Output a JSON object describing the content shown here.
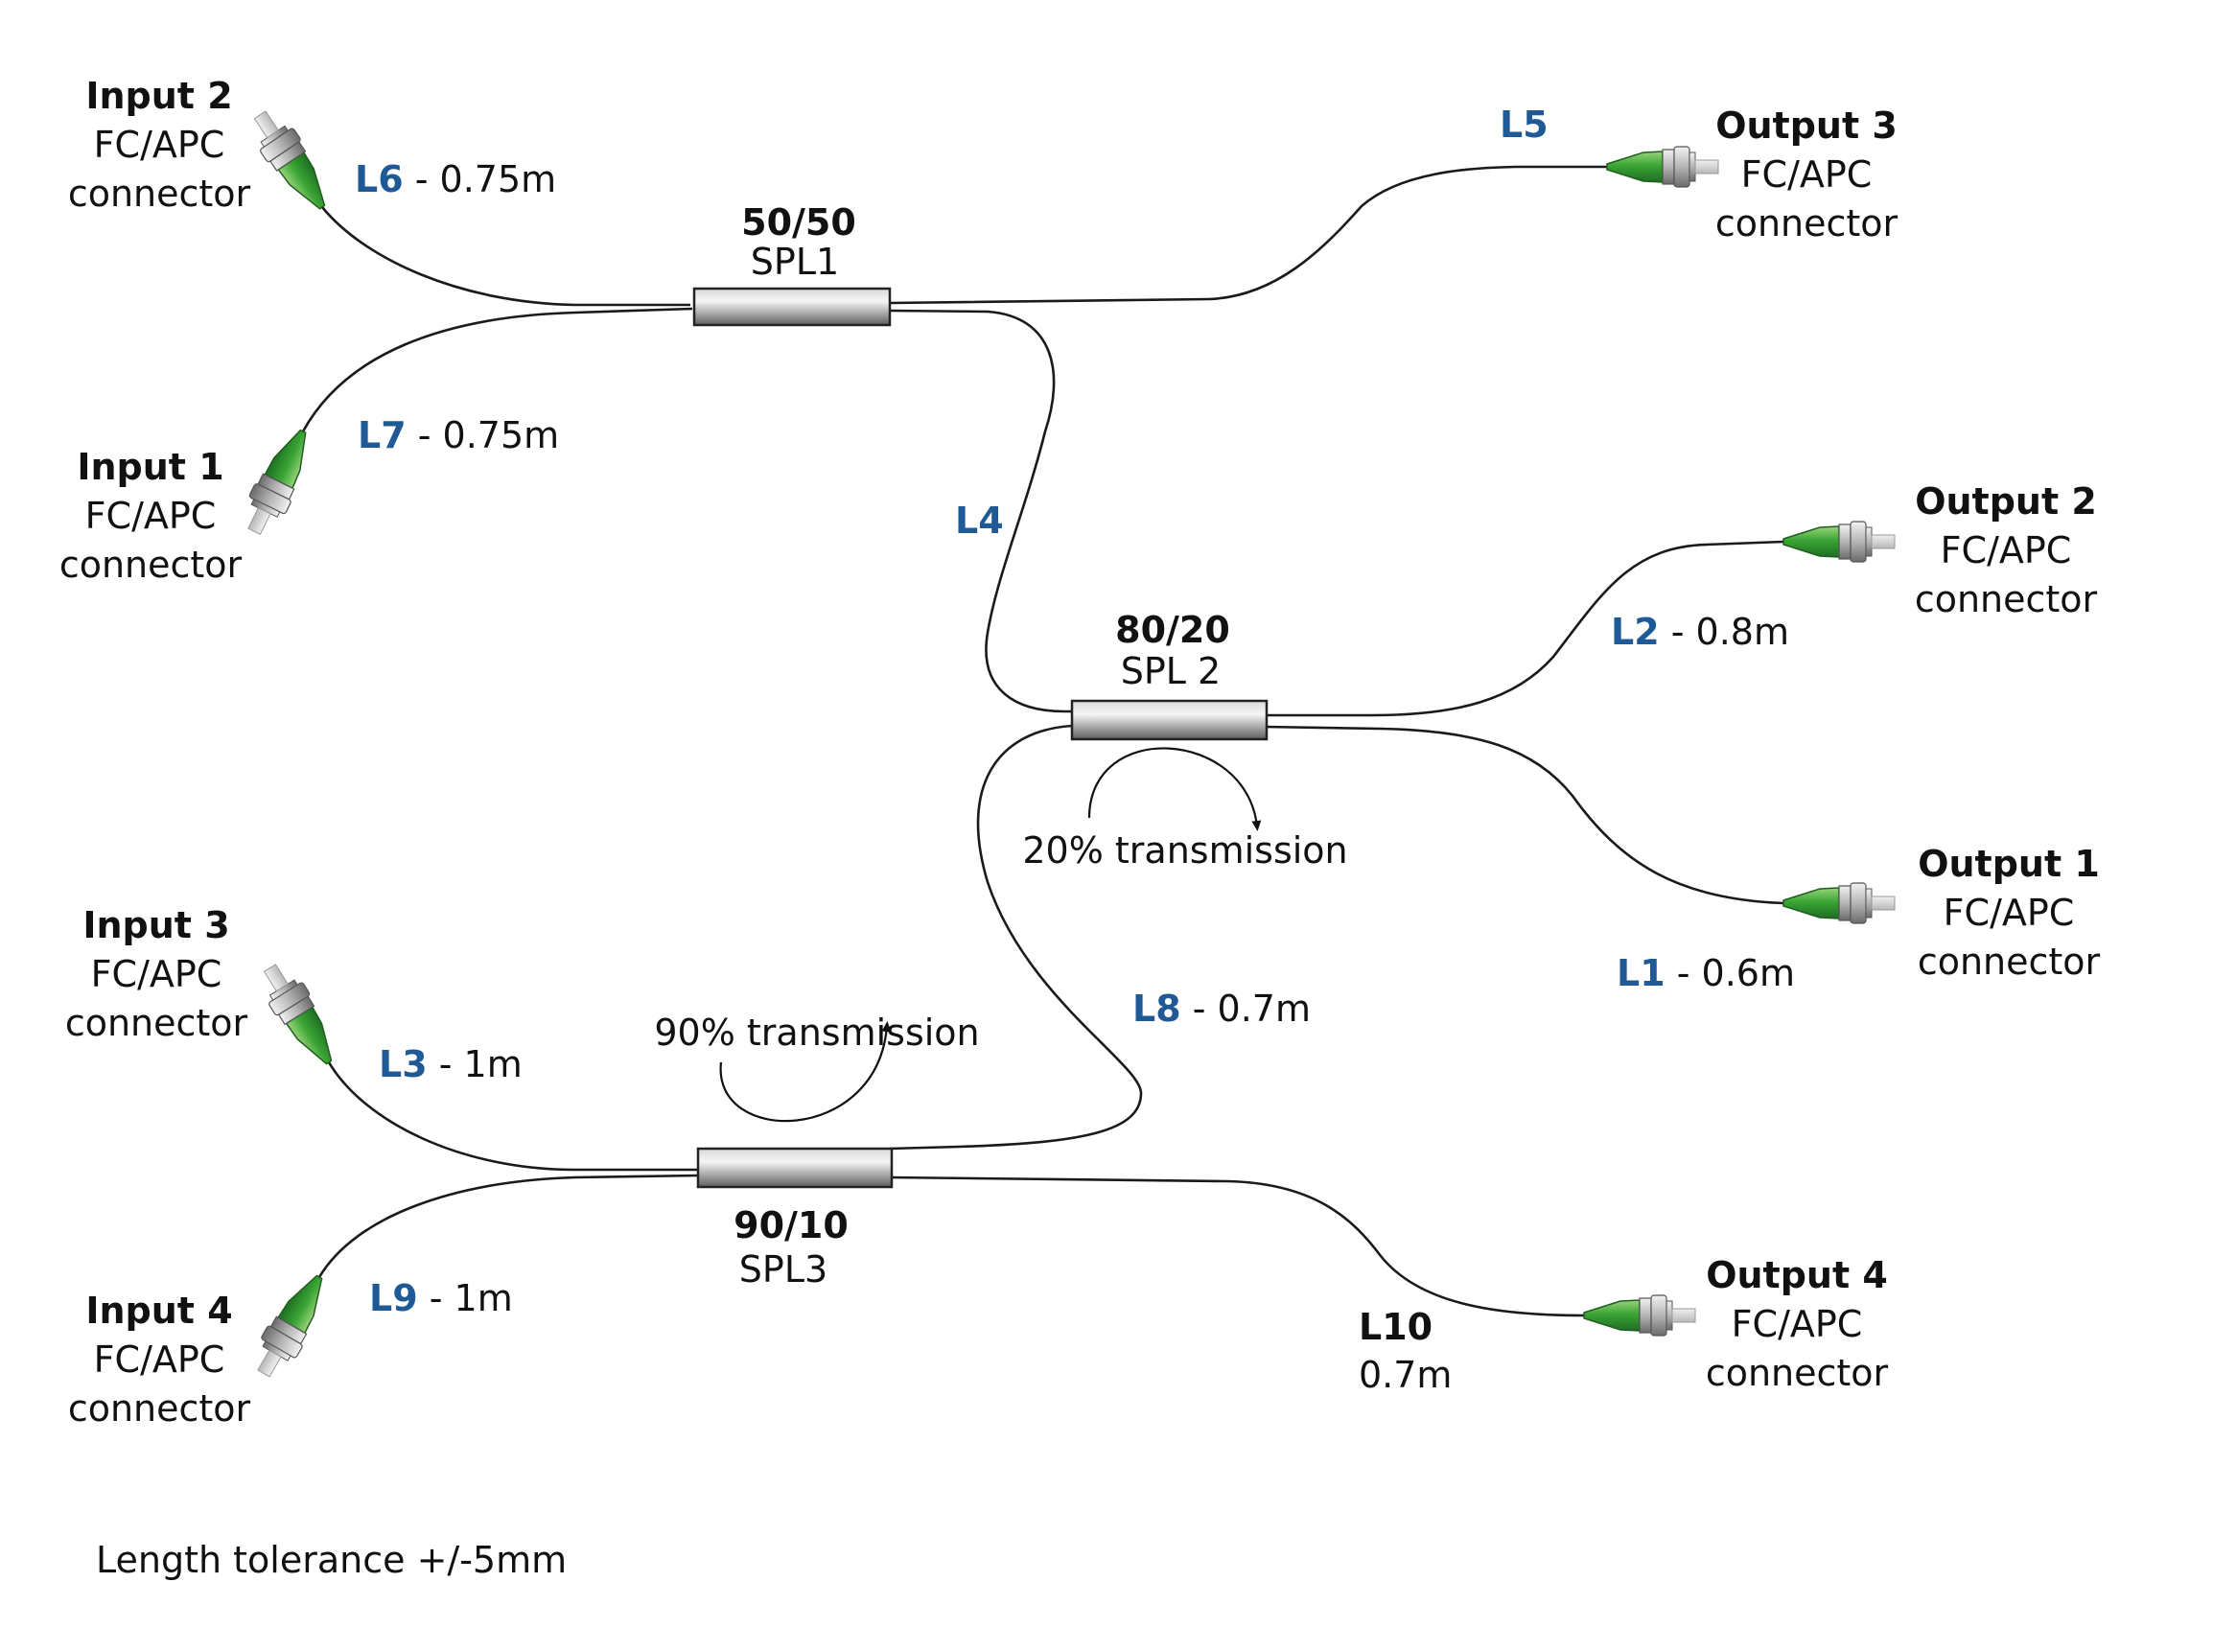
{
  "colors": {
    "fiber": "#1a1a1a",
    "length_label": "#1f5a96",
    "text": "#111111",
    "boot_green": "#3aa535",
    "ferrule_gray": "#bdbdbd",
    "splitter_body": "#9e9e9e"
  },
  "splitters": {
    "spl1": {
      "ratio": "50/50",
      "name": "SPL1"
    },
    "spl2": {
      "ratio": "80/20",
      "name": "SPL 2",
      "note": "20% transmission"
    },
    "spl3": {
      "ratio": "90/10",
      "name": "SPL3",
      "note": "90% transmission"
    }
  },
  "ports": {
    "input1": {
      "title": "Input 1",
      "type": "FC/APC",
      "sub": "connector"
    },
    "input2": {
      "title": "Input 2",
      "type": "FC/APC",
      "sub": "connector"
    },
    "input3": {
      "title": "Input 3",
      "type": "FC/APC",
      "sub": "connector"
    },
    "input4": {
      "title": "Input 4",
      "type": "FC/APC",
      "sub": "connector"
    },
    "output1": {
      "title": "Output 1",
      "type": "FC/APC",
      "sub": "connector"
    },
    "output2": {
      "title": "Output 2",
      "type": "FC/APC",
      "sub": "connector"
    },
    "output3": {
      "title": "Output 3",
      "type": "FC/APC",
      "sub": "connector"
    },
    "output4": {
      "title": "Output 4",
      "type": "FC/APC",
      "sub": "connector"
    }
  },
  "fibers": {
    "l1": {
      "id": "L1",
      "length": " - 0.6m"
    },
    "l2": {
      "id": "L2",
      "length": " - 0.8m"
    },
    "l3": {
      "id": "L3",
      "length": " - 1m"
    },
    "l4": {
      "id": "L4",
      "length": ""
    },
    "l5": {
      "id": "L5",
      "length": ""
    },
    "l6": {
      "id": "L6",
      "length": " - 0.75m"
    },
    "l7": {
      "id": "L7",
      "length": " - 0.75m"
    },
    "l8": {
      "id": "L8",
      "length": " - 0.7m"
    },
    "l9": {
      "id": "L9",
      "length": " - 1m"
    },
    "l10": {
      "id": "L10",
      "length": "0.7m"
    }
  },
  "footnote": "Length tolerance +/-5mm"
}
